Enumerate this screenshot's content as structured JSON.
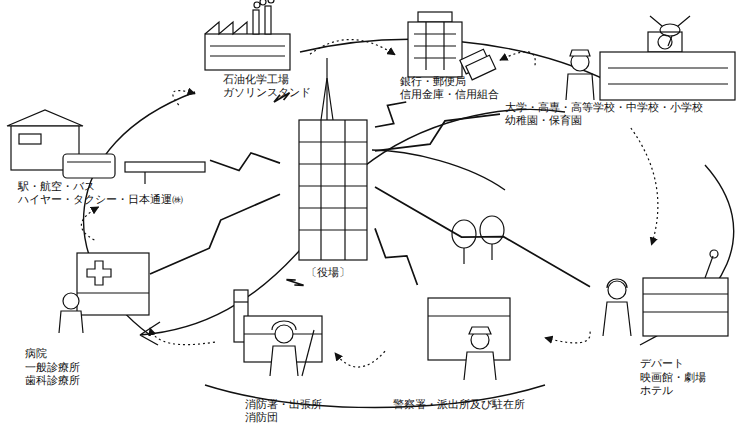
{
  "diagram": {
    "nodes": [
      {
        "text": [
          "石油化学工場 ガソリンスタンド"
        ]
      },
      {
        "text": [
          "銀行・郵便局 信用金庫・信用組合"
        ]
      },
      {
        "text": [
          "大学・高専・高等学校・中学校・小学校 幼稚園・保育園"
        ]
      },
      {
        "text": [
          "デパート 映画館・劇場 ホテル"
        ]
      },
      {
        "text": [
          "警察署・派出所及び駐在所"
        ]
      },
      {
        "text": [
          "消防署・出張所 消防団"
        ]
      },
      {
        "text": [
          "病院 一般診療所 歯科診療所"
        ]
      },
      {
        "text": [
          "駅・航空・バス ハイヤー・タクシー・日本通運㈱"
        ]
      },
      {
        "text": [
          "〔役場〕"
        ]
      }
    ],
    "edges": [
      {
        "from": 8,
        "to": 0,
        "arrow": "none"
      },
      {
        "from": 8,
        "to": 1,
        "arrow": "none"
      },
      {
        "from": 8,
        "to": 2,
        "arrow": "none"
      },
      {
        "from": 8,
        "to": 3,
        "arrow": "none"
      },
      {
        "from": 8,
        "to": 4,
        "arrow": "none"
      },
      {
        "from": 8,
        "to": 5,
        "arrow": "none"
      },
      {
        "from": 8,
        "to": 6,
        "arrow": "none"
      },
      {
        "from": 8,
        "to": 7,
        "arrow": "none"
      },
      {
        "from": 0,
        "to": 1,
        "arrow": "to"
      },
      {
        "from": 1,
        "to": 2,
        "arrow": "to"
      },
      {
        "from": 2,
        "to": 3,
        "arrow": "to"
      },
      {
        "from": 3,
        "to": 4,
        "arrow": "to"
      },
      {
        "from": 4,
        "to": 5,
        "arrow": "to"
      },
      {
        "from": 5,
        "to": 6,
        "arrow": "to"
      },
      {
        "from": 6,
        "to": 7,
        "arrow": "to"
      },
      {
        "from": 7,
        "to": 0,
        "arrow": "to"
      }
    ]
  }
}
